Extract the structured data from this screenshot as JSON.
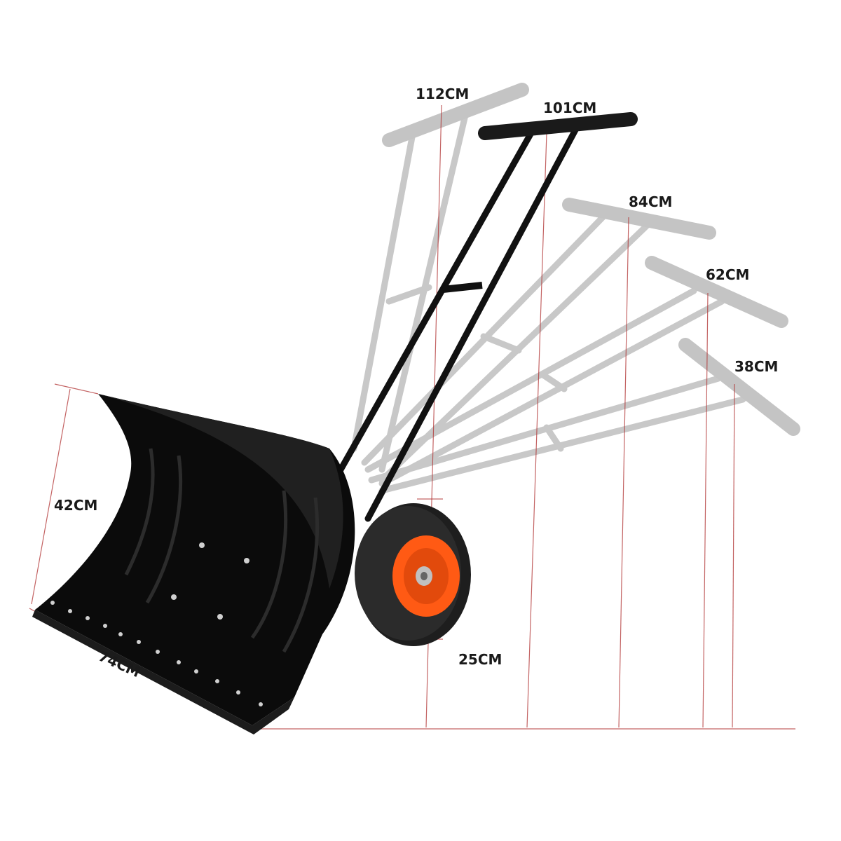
{
  "diagram": {
    "labels": {
      "h112": "112CM",
      "h101": "101CM",
      "h84": "84CM",
      "h62": "62CM",
      "h38": "38CM",
      "blade_height": "42CM",
      "blade_width": "74CM",
      "wheel_diameter": "25CM"
    },
    "colors": {
      "blade": "#0d0d0d",
      "handle": "#111111",
      "ghost_handle": "#c8c8c8",
      "guide_line": "#b03030",
      "wheel_hub": "#ff5a14",
      "tire": "#1e1e1e"
    }
  }
}
